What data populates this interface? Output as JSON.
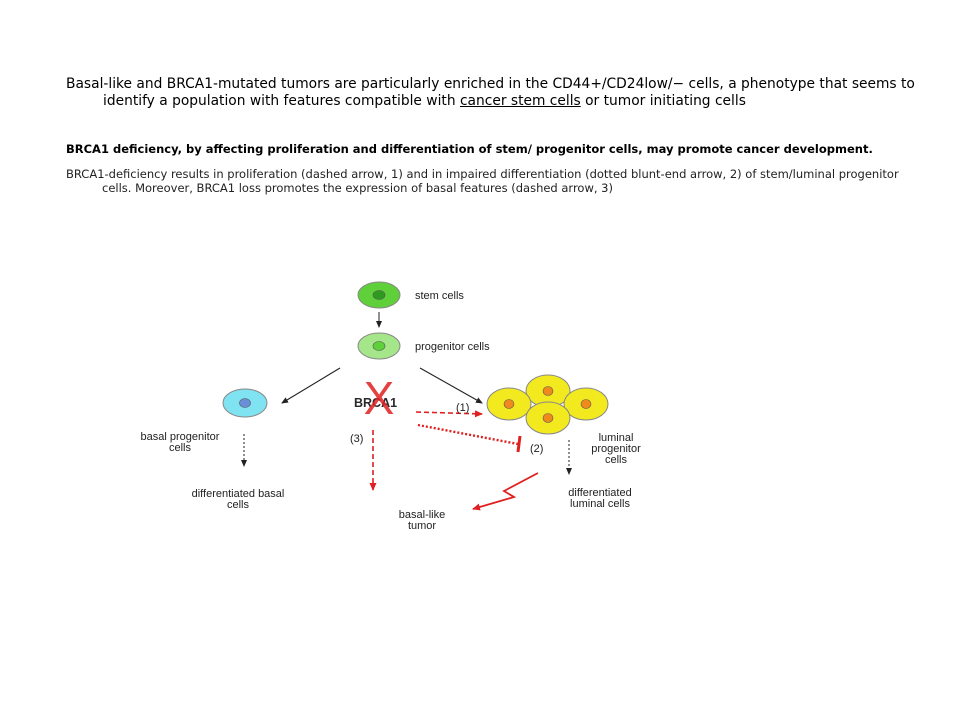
{
  "text": {
    "p1_pre": "Basal-like and BRCA1-mutated tumors are particularly enriched in the CD44+/CD24low/− cells, a phenotype that seems to identify a population with features compatible with ",
    "p1_link": "cancer stem cells",
    "p1_post": " or tumor initiating cells",
    "p2": "BRCA1 deficiency, by affecting proliferation and differentiation of stem/ progenitor cells, may promote cancer development.",
    "p3": "BRCA1-deficiency results in proliferation (dashed arrow, 1) and in impaired differentiation (dotted blunt-end arrow, 2) of stem/luminal progenitor cells. Moreover, BRCA1 loss promotes the expression of basal features (dashed arrow, 3)"
  },
  "diagram": {
    "stem_cells": "stem cells",
    "progenitor_cells": "progenitor cells",
    "brca1": "BRCA1",
    "x_mark": "X",
    "basal_progenitor_1": "basal progenitor",
    "basal_progenitor_2": "cells",
    "differentiated_basal_1": "differentiated basal",
    "differentiated_basal_2": "cells",
    "luminal_progenitor_1": "luminal",
    "luminal_progenitor_2": "progenitor",
    "luminal_progenitor_3": "cells",
    "differentiated_luminal_1": "differentiated",
    "differentiated_luminal_2": "luminal cells",
    "basal_like_tumor_1": "basal-like",
    "basal_like_tumor_2": "tumor",
    "label_1": "(1)",
    "label_2": "(2)",
    "label_3": "(3)"
  },
  "colors": {
    "stem_fill": "#5fcf3a",
    "progenitor_fill": "#a6e68a",
    "basal_fill": "#7fe3f2",
    "luminal_fill": "#f2ea1f",
    "nucleus_orange": "#f08a1c",
    "red": "#e02020"
  }
}
